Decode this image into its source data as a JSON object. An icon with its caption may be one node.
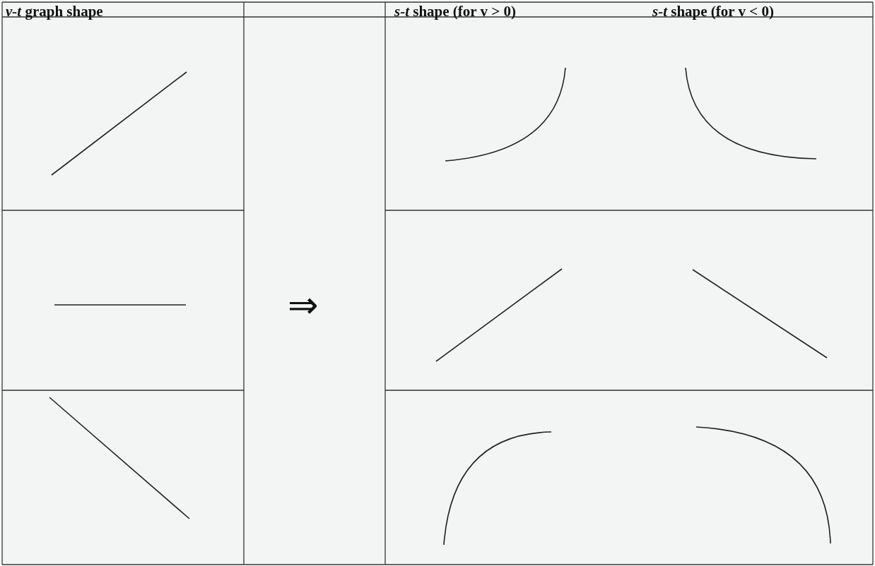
{
  "diagram": {
    "labels": [
      "*v-t* graph shape",
      "*s-t* shape (for v > 0)",
      "*s-t* shape (for v < 0)",
      "⇒"
    ]
  }
}
